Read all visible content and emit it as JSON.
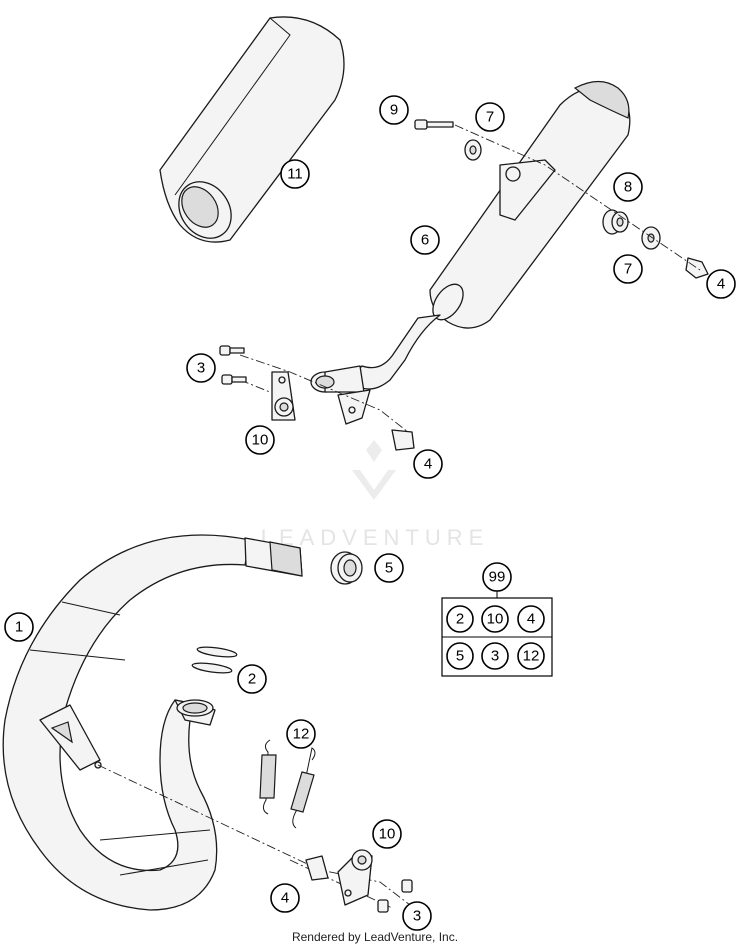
{
  "diagram": {
    "callouts": [
      {
        "id": "c9",
        "label": "9"
      },
      {
        "id": "c7a",
        "label": "7"
      },
      {
        "id": "c11",
        "label": "11"
      },
      {
        "id": "c8",
        "label": "8"
      },
      {
        "id": "c6",
        "label": "6"
      },
      {
        "id": "c7b",
        "label": "7"
      },
      {
        "id": "c4a",
        "label": "4"
      },
      {
        "id": "c3a",
        "label": "3"
      },
      {
        "id": "c10a",
        "label": "10"
      },
      {
        "id": "c4b",
        "label": "4"
      },
      {
        "id": "c5",
        "label": "5"
      },
      {
        "id": "c1",
        "label": "1"
      },
      {
        "id": "c2",
        "label": "2"
      },
      {
        "id": "c12",
        "label": "12"
      },
      {
        "id": "c10b",
        "label": "10"
      },
      {
        "id": "c4c",
        "label": "4"
      },
      {
        "id": "c3b",
        "label": "3"
      }
    ],
    "kit": {
      "label": "99",
      "items": [
        "2",
        "10",
        "4",
        "5",
        "3",
        "12"
      ]
    },
    "watermark": "LEADVENTURE"
  },
  "footer": {
    "text": "Rendered by LeadVenture, Inc."
  }
}
